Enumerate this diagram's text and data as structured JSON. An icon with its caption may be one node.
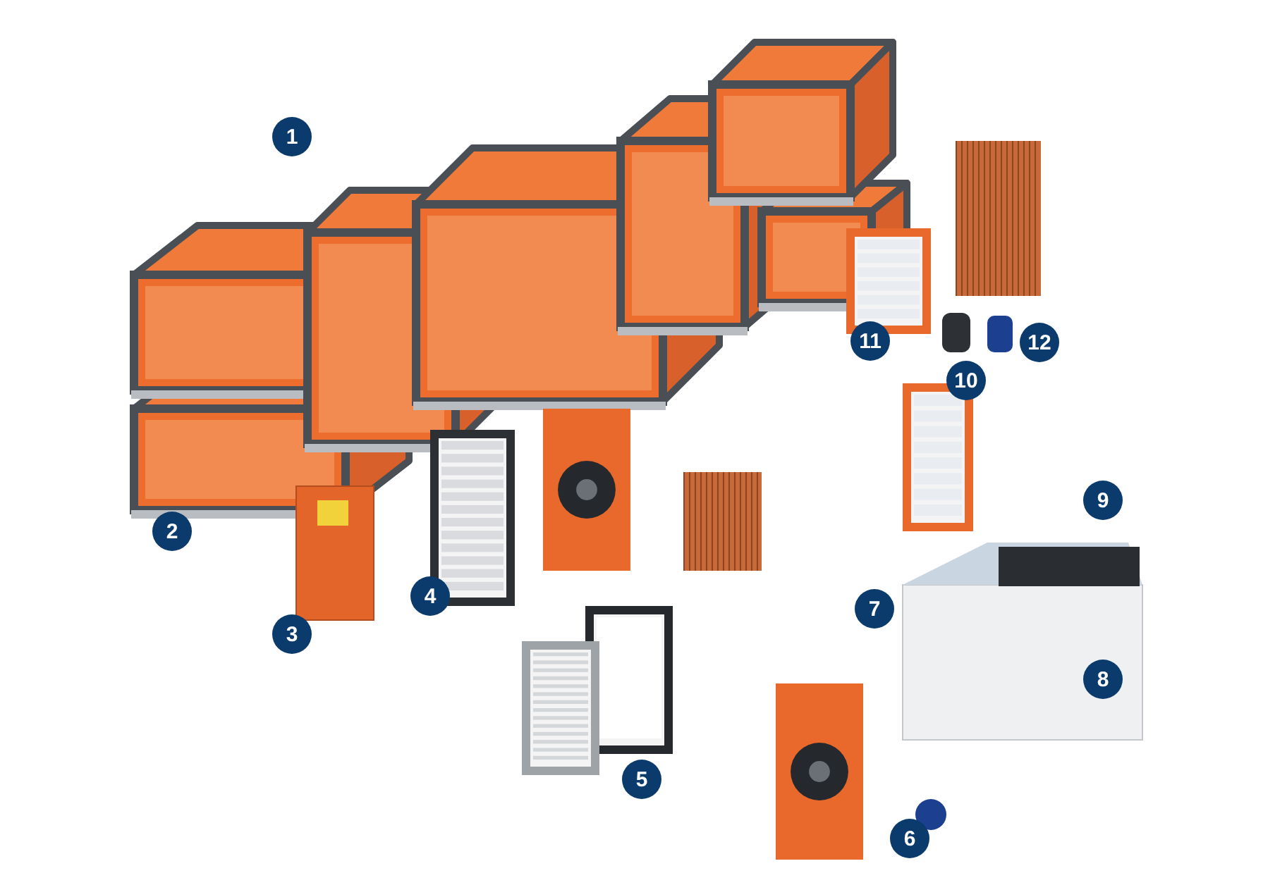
{
  "diagram": {
    "labels": [
      "1",
      "11",
      "12",
      "10",
      "9",
      "2",
      "4",
      "7",
      "3",
      "8",
      "5",
      "6"
    ]
  }
}
